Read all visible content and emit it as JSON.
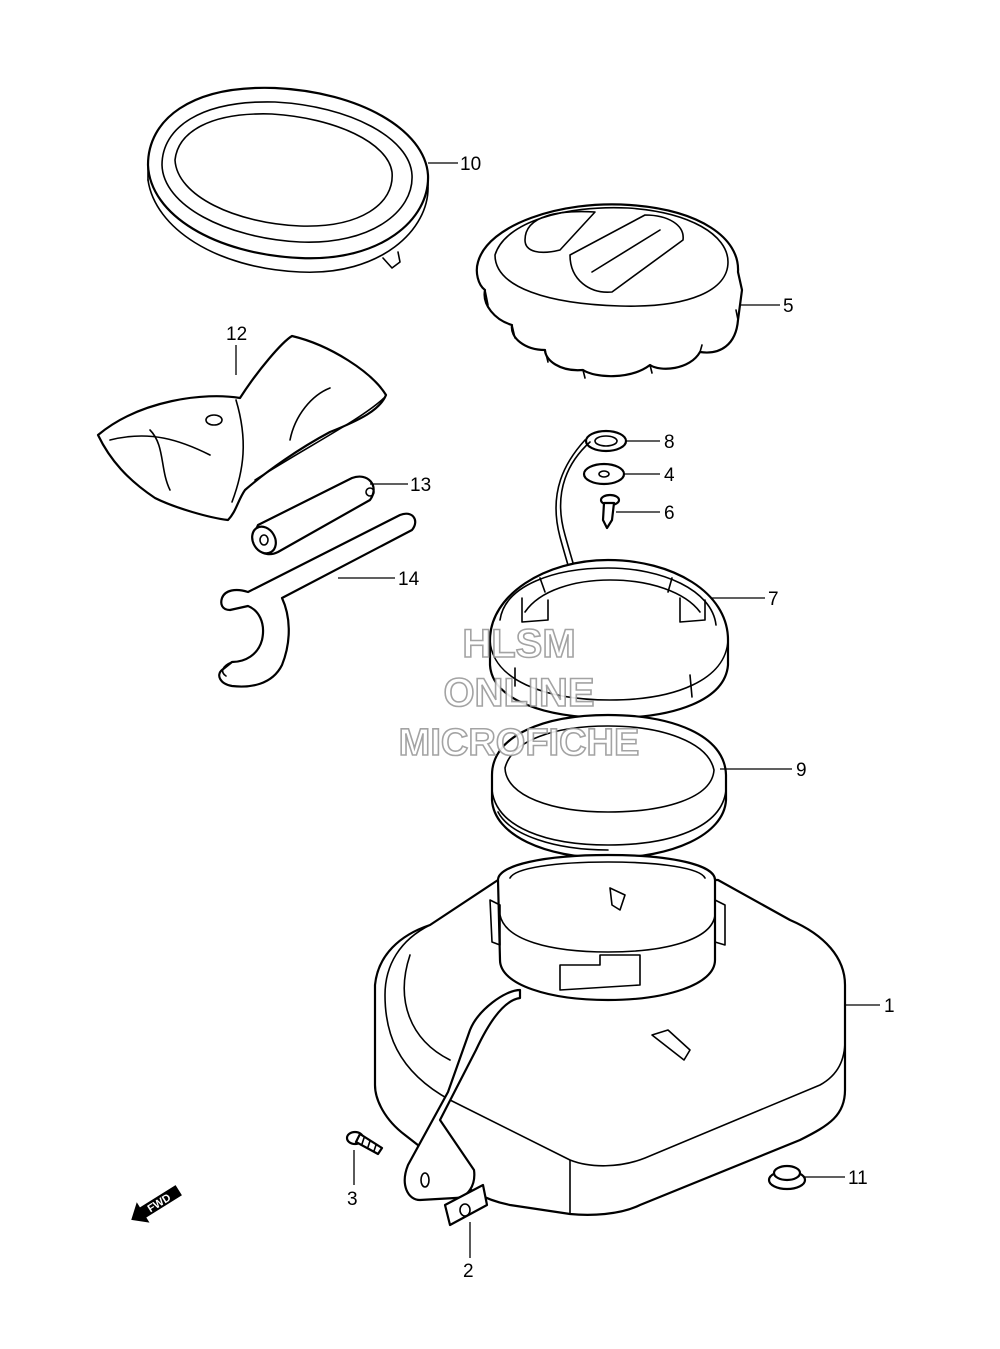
{
  "diagram": {
    "type": "exploded parts diagram",
    "watermark": [
      "HLSM",
      "ONLINE",
      "MICROFICHE"
    ],
    "direction_badge": "FWD",
    "callouts": [
      {
        "id": "c1",
        "label": "1",
        "part": "fuel tank"
      },
      {
        "id": "c2",
        "label": "2",
        "part": "clip"
      },
      {
        "id": "c3",
        "label": "3",
        "part": "screw"
      },
      {
        "id": "c4",
        "label": "4",
        "part": "washer"
      },
      {
        "id": "c5",
        "label": "5",
        "part": "filler cap"
      },
      {
        "id": "c6",
        "label": "6",
        "part": "rivet"
      },
      {
        "id": "c7",
        "label": "7",
        "part": "cap holder"
      },
      {
        "id": "c8",
        "label": "8",
        "part": "strap ring"
      },
      {
        "id": "c9",
        "label": "9",
        "part": "packing"
      },
      {
        "id": "c10",
        "label": "10",
        "part": "gasket"
      },
      {
        "id": "c11",
        "label": "11",
        "part": "grommet"
      },
      {
        "id": "c12",
        "label": "12",
        "part": "tool bag"
      },
      {
        "id": "c13",
        "label": "13",
        "part": "pin"
      },
      {
        "id": "c14",
        "label": "14",
        "part": "wrench"
      }
    ]
  }
}
